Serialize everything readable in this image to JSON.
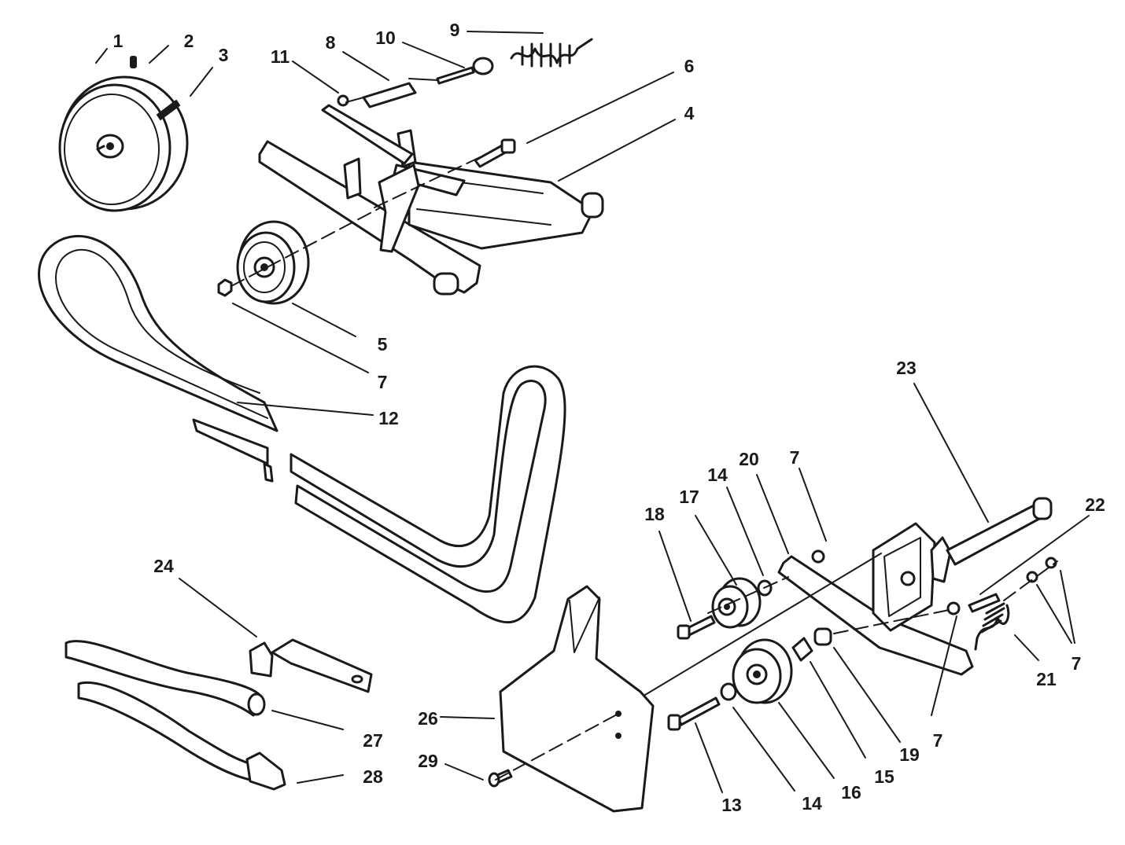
{
  "callouts": {
    "c1": "1",
    "c2": "2",
    "c3": "3",
    "c4": "4",
    "c5": "5",
    "c6": "6",
    "c7a": "7",
    "c7b": "7",
    "c7c": "7",
    "c7d": "7",
    "c8": "8",
    "c9": "9",
    "c10": "10",
    "c11": "11",
    "c12": "12",
    "c13": "13",
    "c14a": "14",
    "c14b": "14",
    "c15": "15",
    "c16": "16",
    "c17": "17",
    "c18": "18",
    "c19": "19",
    "c20": "20",
    "c21": "21",
    "c22": "22",
    "c23": "23",
    "c24": "24",
    "c26": "26",
    "c27": "27",
    "c28": "28",
    "c29": "29"
  }
}
